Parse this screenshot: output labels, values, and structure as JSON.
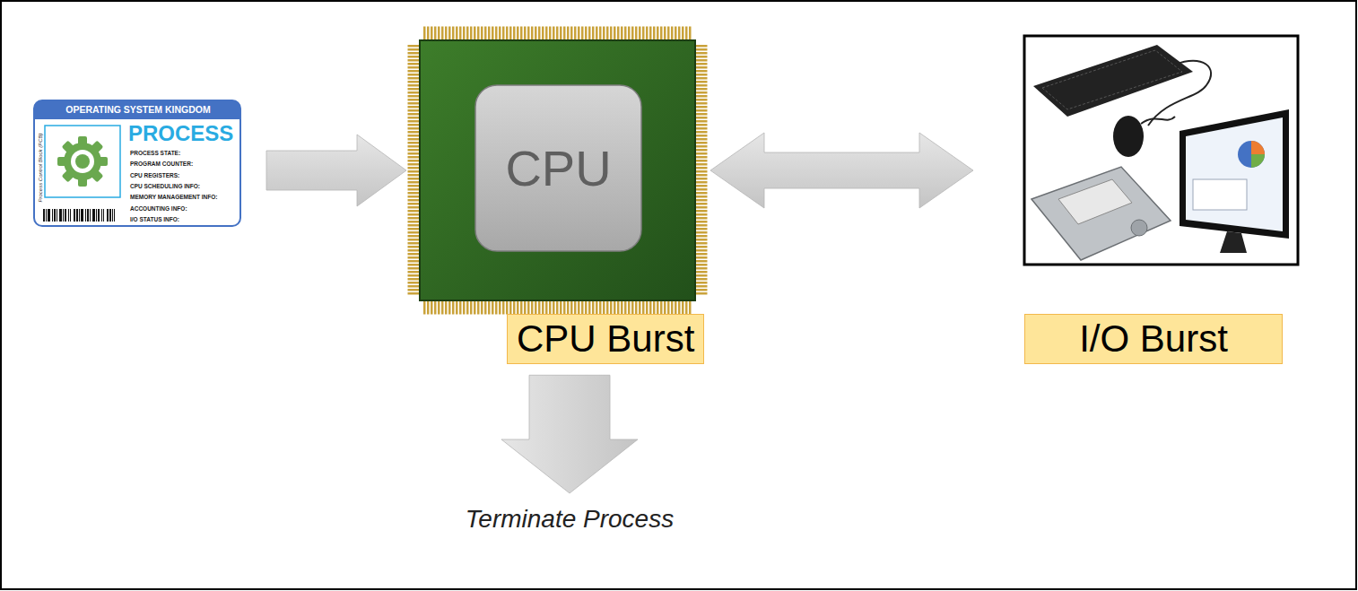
{
  "diagram": {
    "nodes": [
      {
        "text": [
          "OPERATING SYSTEM KINGDOM",
          "PROCESS",
          "Process Control Block (PCB)",
          "PROCESS STATE:",
          "PROGRAM COUNTER:",
          "CPU REGISTERS:",
          "CPU SCHEDULING INFO:",
          "MEMORY MANAGEMENT INFO:",
          "ACCOUNTING INFO:",
          "I/O STATUS INFO:"
        ]
      },
      {
        "text": [
          "CPU",
          "CPU Burst"
        ]
      },
      {
        "text": [
          "I/O Burst"
        ]
      },
      {
        "text": [
          "Terminate Process"
        ]
      }
    ],
    "edges": [
      {
        "from": 0,
        "to": 1,
        "arrow": "to"
      },
      {
        "from": 1,
        "to": 2,
        "arrow": "both"
      },
      {
        "from": 1,
        "to": 3,
        "arrow": "to"
      }
    ]
  }
}
